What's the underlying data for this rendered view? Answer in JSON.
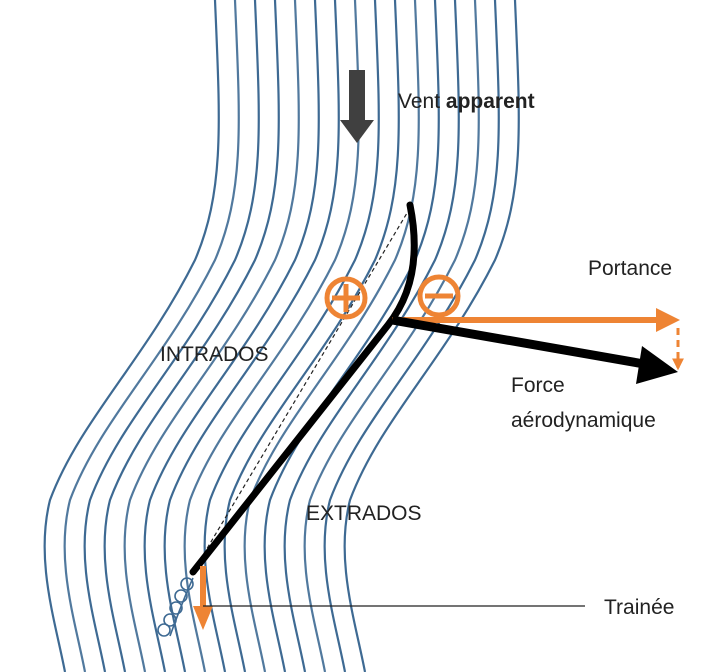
{
  "labels": {
    "wind_prefix": "Vent",
    "wind_bold": "apparent",
    "lift": "Portance",
    "force_line1": "Force",
    "force_line2": "aérodynamique",
    "pressure_side": "INTRADOS",
    "suction_side": "EXTRADOS",
    "drag": "Trainée",
    "plus_symbol": "+",
    "minus_symbol": "−"
  },
  "colors": {
    "streamline": "#3e6a93",
    "sail": "#000000",
    "wind_arrow": "#404040",
    "accent": "#ee8434",
    "text": "#222222"
  }
}
